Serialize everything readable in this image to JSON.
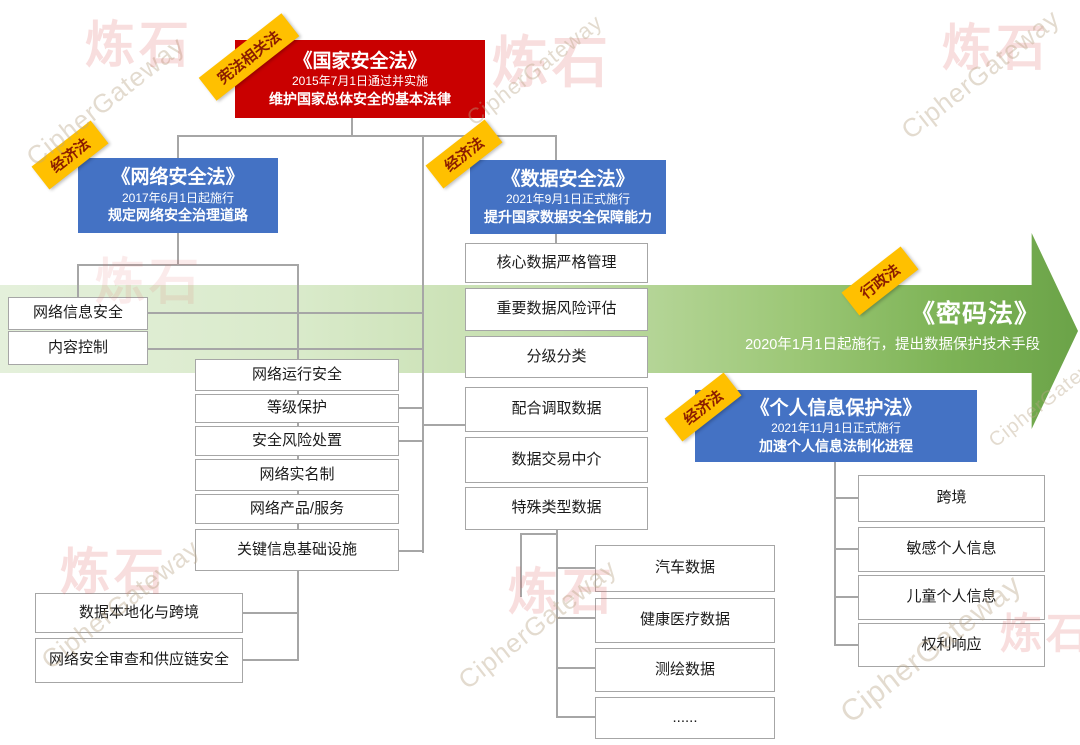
{
  "watermark": {
    "brand_cn": "炼石",
    "brand_en": "CipherGateway"
  },
  "colors": {
    "law_red": "#c90000",
    "law_blue": "#4472c4",
    "ribbon_yellow": "#ffc000",
    "ribbon_text": "#8b1c00",
    "arrow_green_dark": "#6ba348",
    "arrow_green_light": "#e4f0db",
    "connector_gray": "#a6a6a6"
  },
  "laws": {
    "national_security": {
      "title": "《国家安全法》",
      "date": "2015年7月1日通过并实施",
      "desc": "维护国家总体安全的基本法律",
      "category": "宪法相关法"
    },
    "cybersecurity": {
      "title": "《网络安全法》",
      "date": "2017年6月1日起施行",
      "desc": "规定网络安全治理道路",
      "category": "经济法"
    },
    "data_security": {
      "title": "《数据安全法》",
      "date": "2021年9月1日正式施行",
      "desc": "提升国家数据安全保障能力",
      "category": "经济法"
    },
    "cryptography": {
      "title": "《密码法》",
      "subtitle": "2020年1月1日起施行，提出数据保护技术手段",
      "category": "行政法"
    },
    "personal_info": {
      "title": "《个人信息保护法》",
      "date": "2021年11月1日正式施行",
      "desc": "加速个人信息法制化进程",
      "category": "经济法"
    }
  },
  "groups": {
    "csl_left": [
      "网络信息安全",
      "内容控制"
    ],
    "csl_mid": [
      "网络运行安全",
      "等级保护",
      "安全风险处置",
      "网络实名制",
      "网络产品/服务",
      "关键信息基础设施"
    ],
    "csl_bottom": [
      "数据本地化与跨境",
      "网络安全审查和供应链安全"
    ],
    "dsl_items": [
      "核心数据严格管理",
      "重要数据风险评估",
      "分级分类",
      "配合调取数据",
      "数据交易中介",
      "特殊类型数据"
    ],
    "dsl_special": [
      "汽车数据",
      "健康医疗数据",
      "测绘数据",
      "......"
    ],
    "pipl_items": [
      "跨境",
      "敏感个人信息",
      "儿童个人信息",
      "权利响应"
    ]
  }
}
